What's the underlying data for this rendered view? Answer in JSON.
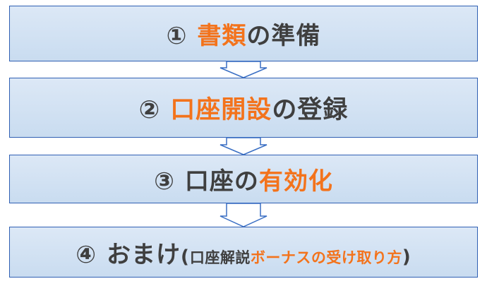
{
  "steps": [
    {
      "number": "①",
      "parts": [
        {
          "text": "書類",
          "highlight": true
        },
        {
          "text": "の準備",
          "highlight": false
        }
      ]
    },
    {
      "number": "②",
      "parts": [
        {
          "text": "口座開設",
          "highlight": true
        },
        {
          "text": "の登録",
          "highlight": false
        }
      ]
    },
    {
      "number": "③",
      "parts": [
        {
          "text": "口座の",
          "highlight": false
        },
        {
          "text": "有効化",
          "highlight": true
        }
      ]
    },
    {
      "number": "④",
      "main": "おまけ",
      "paren_open": "(",
      "note_dark": "口座解説",
      "note_highlight": "ボーナスの受け取り方",
      "paren_close": ")"
    }
  ],
  "colors": {
    "highlight": "#f3731c",
    "text": "#3f3f3f",
    "box_border": "#2f5fb3",
    "box_fill": "#d3e2f4",
    "connector_stroke": "#3a6fc4"
  },
  "connector_icon": "down-arrow-icon"
}
